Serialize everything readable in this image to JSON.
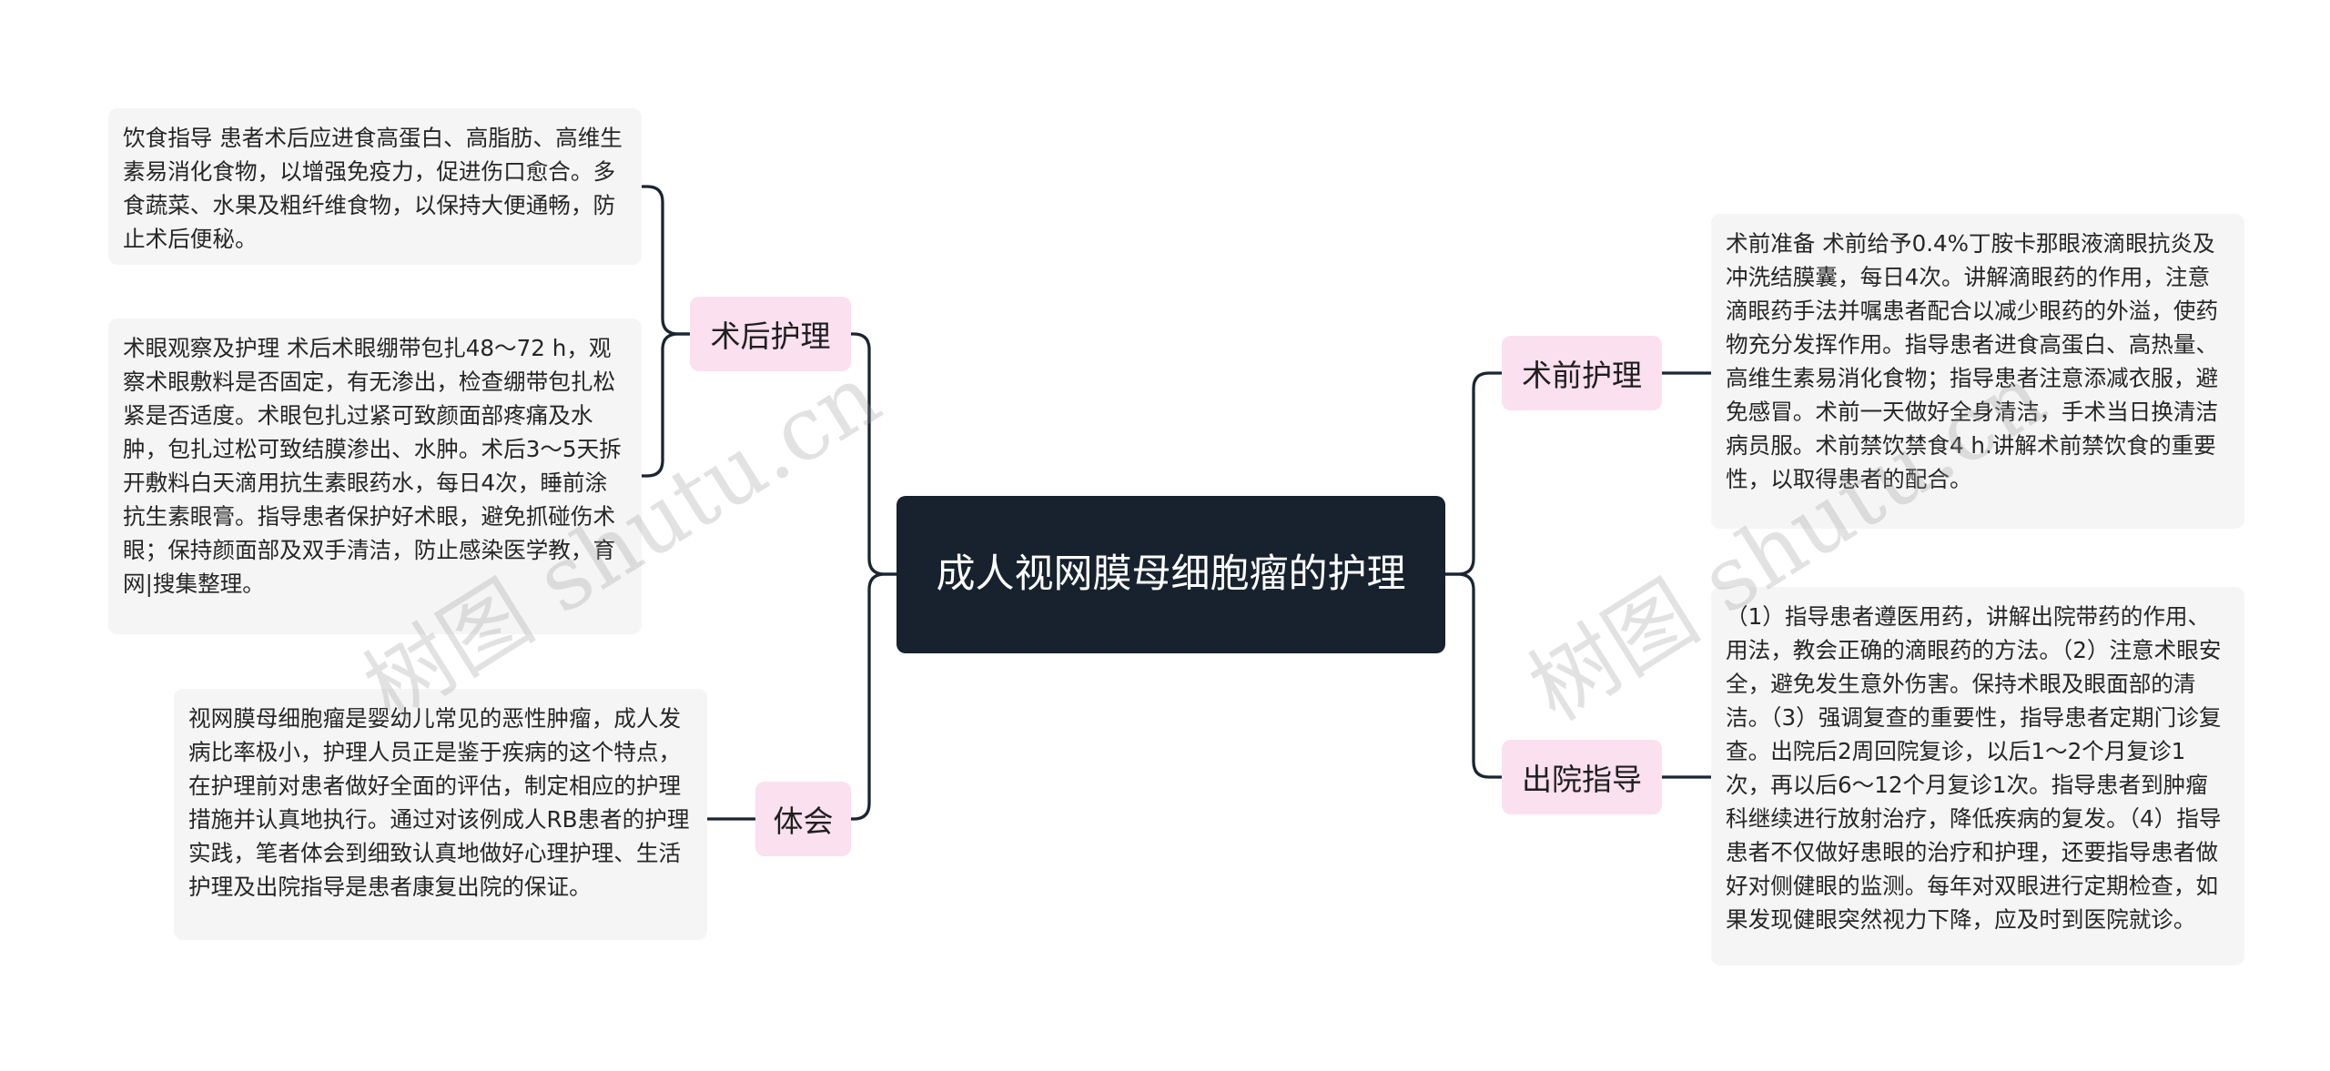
{
  "root": {
    "title": "成人视网膜母细胞瘤的护理"
  },
  "branches": {
    "postop": {
      "label": "术后护理",
      "leaves": [
        "饮食指导 患者术后应进食高蛋白、高脂肪、高维生素易消化食物，以增强免疫力，促进伤口愈合。多食蔬菜、水果及粗纤维食物，以保持大便通畅，防止术后便秘。",
        "术眼观察及护理 术后术眼绷带包扎48～72 h，观察术眼敷料是否固定，有无渗出，检查绷带包扎松紧是否适度。术眼包扎过紧可致颜面部疼痛及水肿，包扎过松可致结膜渗出、水肿。术后3～5天拆开敷料白天滴用抗生素眼药水，每日4次，睡前涂抗生素眼膏。指导患者保护好术眼，避免抓碰伤术眼；保持颜面部及双手清洁，防止感染医学教，育网|搜集整理。"
      ]
    },
    "experience": {
      "label": "体会",
      "leaves": [
        "视网膜母细胞瘤是婴幼儿常见的恶性肿瘤，成人发病比率极小，护理人员正是鉴于疾病的这个特点，在护理前对患者做好全面的评估，制定相应的护理措施并认真地执行。通过对该例成人RB患者的护理实践，笔者体会到细致认真地做好心理护理、生活护理及出院指导是患者康复出院的保证。"
      ]
    },
    "preop": {
      "label": "术前护理",
      "leaves": [
        "术前准备 术前给予0.4%丁胺卡那眼液滴眼抗炎及冲洗结膜囊，每日4次。讲解滴眼药的作用，注意滴眼药手法并嘱患者配合以减少眼药的外溢，使药物充分发挥作用。指导患者进食高蛋白、高热量、高维生素易消化食物；指导患者注意添减衣服，避免感冒。术前一天做好全身清洁，手术当日换清洁病员服。术前禁饮禁食4 h.讲解术前禁饮食的重要性，以取得患者的配合。"
      ]
    },
    "discharge": {
      "label": "出院指导",
      "leaves": [
        "（1）指导患者遵医用药，讲解出院带药的作用、用法，教会正确的滴眼药的方法。（2）注意术眼安全，避免发生意外伤害。保持术眼及眼面部的清洁。（3）强调复查的重要性，指导患者定期门诊复查。出院后2周回院复诊，以后1～2个月复诊1次，再以后6～12个月复诊1次。指导患者到肿瘤科继续进行放射治疗，降低疾病的复发。（4）指导患者不仅做好患眼的治疗和护理，还要指导患者做好对侧健眼的监测。每年对双眼进行定期检查，如果发现健眼突然视力下降，应及时到医院就诊。"
      ]
    }
  },
  "watermarks": [
    "树图 shutu.cn",
    "树图 shutu.cn"
  ],
  "colors": {
    "root_bg": "#17222e",
    "branch_bg": "#fbe0ef",
    "leaf_bg": "#f5f5f5",
    "connector": "#1b2532"
  }
}
